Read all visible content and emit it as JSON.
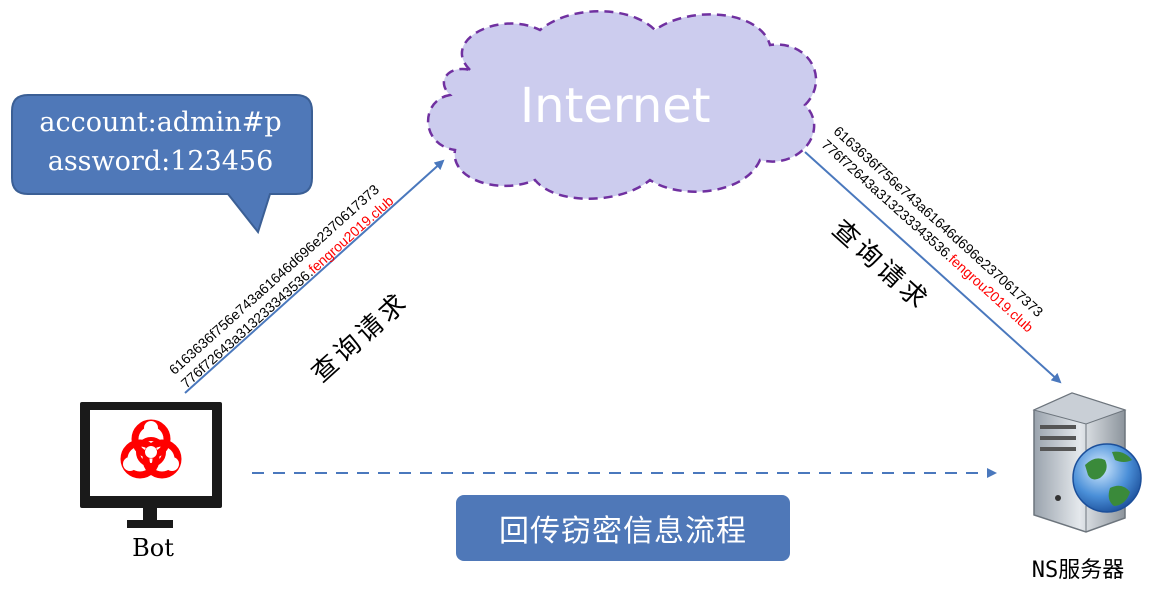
{
  "bubble": {
    "line1": "account:admin#p",
    "line2": "assword:123456"
  },
  "internet": {
    "label": "Internet"
  },
  "left_query": {
    "hex_line1": "6163636f756e743a61646d696e2370617373",
    "hex_line2_prefix": "776f72643a313233343536.",
    "domain": "fengrou2019.club",
    "label": "查询请求"
  },
  "right_query": {
    "hex_line1": "6163636f756e743a61646d696e2370617373",
    "hex_line2_prefix": "776f72643a313233343536.",
    "domain": "fengrou2019.club",
    "label": "查询请求"
  },
  "flow": {
    "label": "回传窃密信息流程"
  },
  "bot": {
    "label": "Bot",
    "icon": "biohazard-icon"
  },
  "ns_server": {
    "label": "NS服务器",
    "icon": "server-globe-icon"
  },
  "colors": {
    "bubble_fill": "#4f78b8",
    "cloud_fill": "#ccccee",
    "cloud_border": "#7030a0",
    "arrow": "#4a78bd",
    "domain_text": "#ff0000",
    "biohazard": "#ff0000"
  }
}
